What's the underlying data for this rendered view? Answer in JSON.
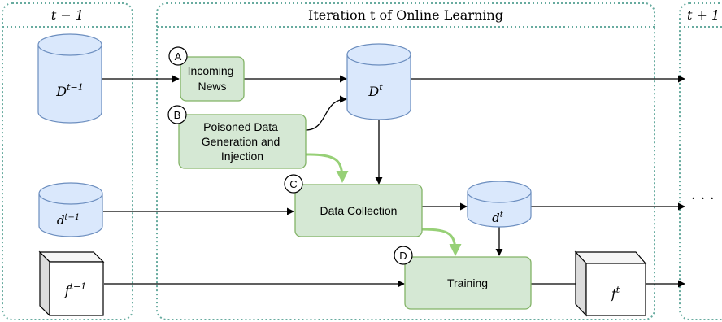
{
  "panels": {
    "prev_title": "t − 1",
    "main_title": "Iteration t of Online Learning",
    "next_title": "t + 1"
  },
  "nodes": {
    "d_prev_big": {
      "base": "D",
      "sup": "t−1"
    },
    "d_small_prev": {
      "base": "d",
      "sup": "t−1"
    },
    "f_prev": {
      "base": "f",
      "sup": "t−1"
    },
    "d_t_big": {
      "base": "D",
      "sup": "t"
    },
    "d_t_small": {
      "base": "d",
      "sup": "t"
    },
    "f_t": {
      "base": "f",
      "sup": "t"
    }
  },
  "steps": {
    "incoming_news": {
      "marker": "A",
      "lines": [
        "Incoming",
        "News"
      ]
    },
    "poisoned_data": {
      "marker": "B",
      "lines": [
        "Poisoned Data",
        "Generation and",
        "Injection"
      ]
    },
    "data_collection": {
      "marker": "C",
      "lines": [
        "Data Collection"
      ]
    },
    "training": {
      "marker": "D",
      "lines": [
        "Training"
      ]
    }
  },
  "continuation": "· · ·",
  "colors": {
    "panel_border": "#67AB9F",
    "cylinder_fill": "#DAE8FC",
    "cylinder_stroke": "#6C8EBF",
    "step_fill": "#D5E8D4",
    "step_stroke": "#82B366",
    "green_arrow": "#97D077"
  }
}
